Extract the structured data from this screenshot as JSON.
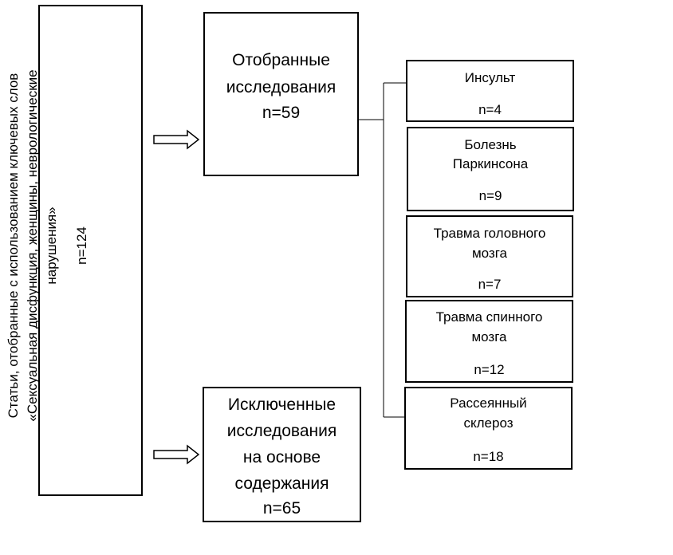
{
  "source": {
    "lines": [
      "Статьи, отобранные с использованием ключевых слов",
      "«Сексуальная дисфункция, женщины, неврологические",
      "нарушения»"
    ],
    "count": "n=124"
  },
  "selected": {
    "line1": "Отобранные",
    "line2": "исследования",
    "count": "n=59"
  },
  "excluded": {
    "line1": "Исключенные",
    "line2": "исследования",
    "line3": "на основе",
    "line4": "содержания",
    "count": "n=65"
  },
  "categories": [
    {
      "line1": "Инсульт",
      "count": "n=4"
    },
    {
      "line1": "Болезнь",
      "line2": "Паркинсона",
      "count": "n=9"
    },
    {
      "line1": "Травма головного",
      "line2": "мозга",
      "count": "n=7"
    },
    {
      "line1": "Травма спинного",
      "line2": "мозга",
      "count": "n=12"
    },
    {
      "line1": "Рассеянный",
      "line2": "склероз",
      "count": "n=18"
    }
  ]
}
